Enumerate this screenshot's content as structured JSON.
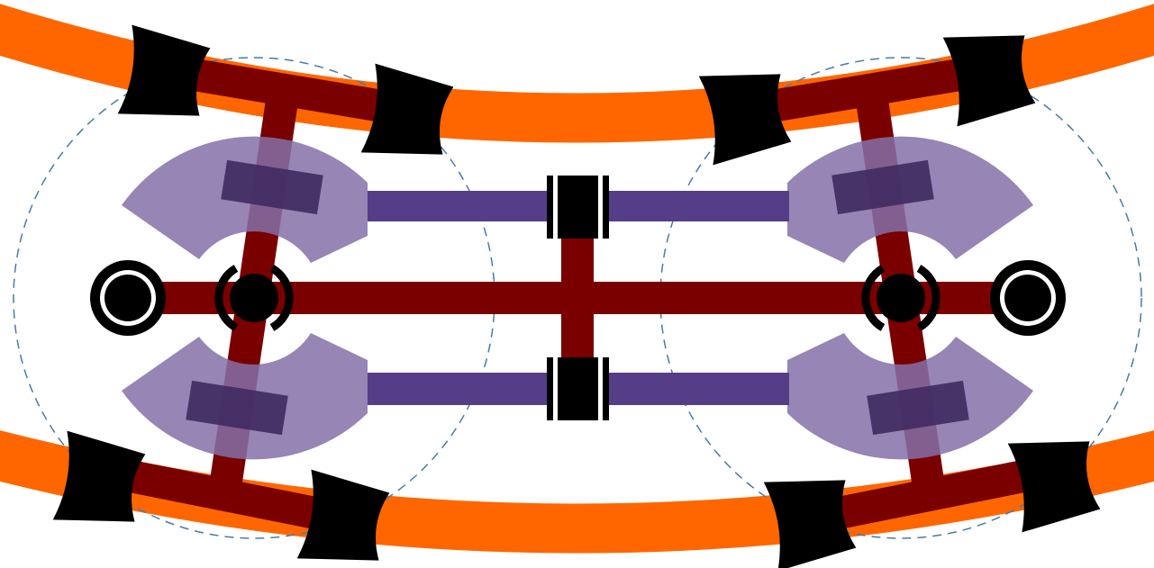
{
  "diagram": {
    "colors": {
      "rail": "#ff6600",
      "frame": "#7a0000",
      "fan": "#8470a8",
      "link": "#553e87",
      "pad": "#3f2a60",
      "clamp": "#000000",
      "guide_circle": "#4a7aa8"
    },
    "components": [
      "upper-rail",
      "lower-rail",
      "left-frame",
      "right-frame",
      "center-axle",
      "left-fans",
      "right-fans",
      "couplings",
      "clamps",
      "wheels"
    ]
  }
}
